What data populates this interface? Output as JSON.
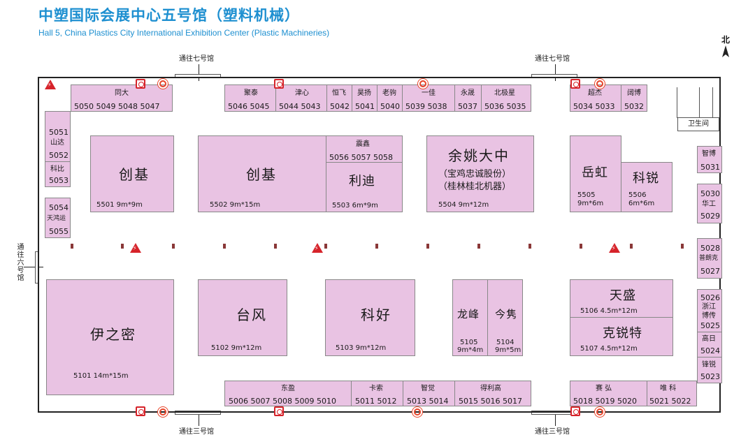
{
  "title": {
    "cn": "中塑国际会展中心五号馆（塑料机械）",
    "en": "Hall 5, China Plastics City International Exhibition Center (Plastic Machineries)"
  },
  "north": "北",
  "exits": {
    "top_left": "通往七号馆",
    "top_right": "通往七号馆",
    "bottom_left": "通往三号馆",
    "bottom_right": "通往三号馆",
    "left": "通往六号馆"
  },
  "toilet": "卫生间",
  "top_row": {
    "group1_name": "同大",
    "group1_nums": "5050 5049 5048 5047",
    "b5046_name": "聚泰",
    "b5046_nums": "5046 5045",
    "b5044_name": "津心",
    "b5044_nums": "5044 5043",
    "b5042_name": "恒飞",
    "b5042_num": "5042",
    "b5041_name": "昊扬",
    "b5041_num": "5041",
    "b5040_name": "老驹",
    "b5040_num": "5040",
    "b5039_name": "一佳",
    "b5039_nums": "5039 5038",
    "b5037_name": "永晟",
    "b5037_num": "5037",
    "b5036_name": "北极星",
    "b5036_nums": "5036 5035",
    "b5034_name": "超杰",
    "b5034_nums": "5034 5033",
    "b5032_name": "阔博",
    "b5032_num": "5032"
  },
  "left_col": {
    "n5051": "5051",
    "shanda": "山达",
    "n5052": "5052",
    "kebi": "科比",
    "n5053": "5053",
    "n5054": "5054",
    "tianhongyun": "天鸿运",
    "n5055": "5055"
  },
  "right_col": {
    "zhibo": "智博",
    "n5031": "5031",
    "n5030": "5030",
    "huagong": "华工",
    "n5029": "5029",
    "n5028": "5028",
    "pulangke": "普朗克",
    "n5027": "5027",
    "n5026": "5026",
    "zhejiang": "浙江",
    "bochuan": "博传",
    "n5025": "5025",
    "gaori": "高日",
    "n5024": "5024",
    "fengrui": "锋锐",
    "n5023": "5023"
  },
  "middle_row": {
    "b5501_name": "创基",
    "b5501_label": "5501  9m*9m",
    "b5502_name": "创基",
    "b5502_label": "5502  9m*15m",
    "b5056_name": "震鑫",
    "b5056_nums": "5056 5057 5058",
    "b5503_name": "利迪",
    "b5503_label": "5503  6m*9m",
    "b5504_name": "余姚大中",
    "b5504_sub1": "（宝鸡忠诚股份）",
    "b5504_sub2": "（桂林桂北机器）",
    "b5504_label": "5504  9m*12m",
    "b5505_name": "岳虹",
    "b5505_num": "5505",
    "b5505_size": "9m*6m",
    "b5506_name": "科锐",
    "b5506_num": "5506",
    "b5506_size": "6m*6m"
  },
  "lower_row": {
    "b5101_name": "伊之密",
    "b5101_label": "5101  14m*15m",
    "b5102_name": "台风",
    "b5102_label": "5102  9m*12m",
    "b5103_name": "科好",
    "b5103_label": "5103  9m*12m",
    "b5105_name": "龙峰",
    "b5105_num": "5105",
    "b5105_size": "9m*4m",
    "b5104_name": "今隽",
    "b5104_num": "5104",
    "b5104_size": "9m*5m",
    "b5106_name": "天盛",
    "b5106_label": "5106  4.5m*12m",
    "b5107_name": "克锐特",
    "b5107_label": "5107  4.5m*12m"
  },
  "bottom_row": {
    "dongying_name": "东盈",
    "dongying_nums": "5006 5007 5008 5009 5010",
    "kasuo_name": "卡索",
    "kasuo_nums": "5011 5012",
    "zhijue_name": "智觉",
    "zhijue_nums": "5013 5014",
    "delegao_name": "得利高",
    "delegao_nums": "5015 5016 5017",
    "saihong_name": "赛  弘",
    "saihong_nums": "5018 5019 5020",
    "weike_name": "唯  科",
    "weike_nums": "5021 5022"
  },
  "colors": {
    "booth": "#e9c3e3",
    "title": "#1d8fd0",
    "alert": "#d6232a"
  },
  "icons": [
    "fire-extinguisher-icon",
    "fire-hydrant-icon",
    "electric-hazard-icon",
    "north-arrow-icon"
  ]
}
